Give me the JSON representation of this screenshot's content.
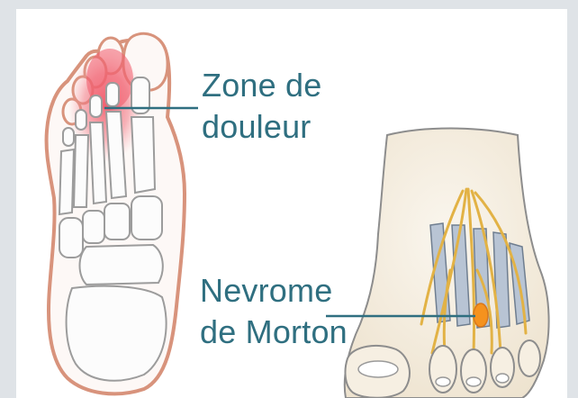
{
  "labels": {
    "pain_zone": [
      "Zone de",
      "douleur"
    ],
    "morton_neuroma": [
      "Nevrome",
      "de Morton"
    ]
  },
  "colors": {
    "background": "#dfe3e7",
    "panel": "#ffffff",
    "label_text": "#2f6f80",
    "leader_line": "#2f6f80",
    "foot_outline": "#d8937c",
    "bone_fill": "#fcfcfc",
    "pain_highlight": "#f15a6a",
    "nerve": "#e2b245",
    "neuroma": "#f5921e",
    "top_foot_skin": "#f6efe2"
  },
  "icons": [
    "sole-foot-skeleton-illustration",
    "dorsal-foot-nerves-illustration"
  ]
}
